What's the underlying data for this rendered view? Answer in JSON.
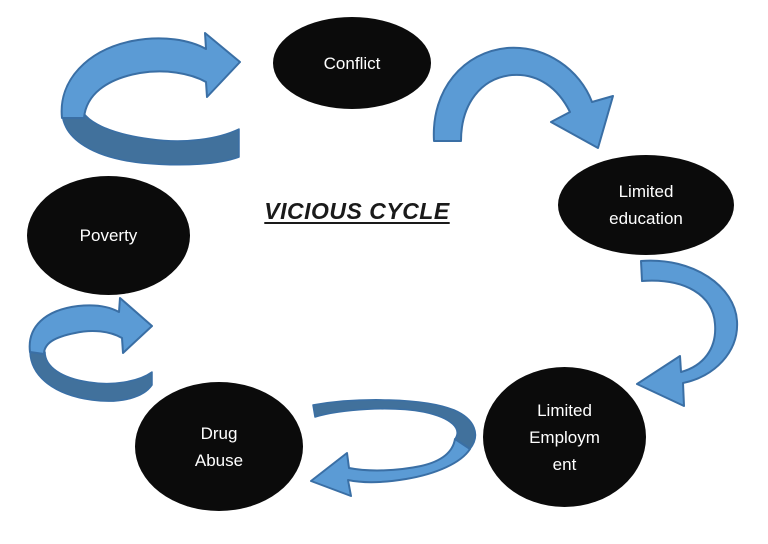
{
  "title": {
    "text": "VICIOUS CYCLE"
  },
  "nodes": [
    {
      "id": "conflict",
      "lines": [
        "Conflict"
      ]
    },
    {
      "id": "limited-education",
      "lines": [
        "Limited",
        "education"
      ]
    },
    {
      "id": "limited-employment",
      "lines": [
        "Limited",
        "Employm",
        "ent"
      ]
    },
    {
      "id": "drug-abuse",
      "lines": [
        "Drug",
        "Abuse"
      ]
    },
    {
      "id": "poverty",
      "lines": [
        "Poverty"
      ]
    }
  ],
  "arrows": [
    {
      "id": "poverty-to-conflict",
      "from": "Poverty",
      "to": "Conflict"
    },
    {
      "id": "conflict-to-limited-education",
      "from": "Conflict",
      "to": "Limited education"
    },
    {
      "id": "limited-education-to-limited-employment",
      "from": "Limited education",
      "to": "Limited Employment"
    },
    {
      "id": "limited-employment-to-drug-abuse",
      "from": "Limited Employment",
      "to": "Drug Abuse"
    },
    {
      "id": "drug-abuse-to-poverty",
      "from": "Drug Abuse",
      "to": "Poverty"
    }
  ],
  "colors": {
    "background": "#ffffff",
    "node_fill": "#0b0b0b",
    "node_text": "#ffffff",
    "title_color": "#1a1a1a",
    "arrow_light": "#5b9bd5",
    "arrow_dark": "#41719c",
    "arrow_outline": "#3a6fa5"
  }
}
